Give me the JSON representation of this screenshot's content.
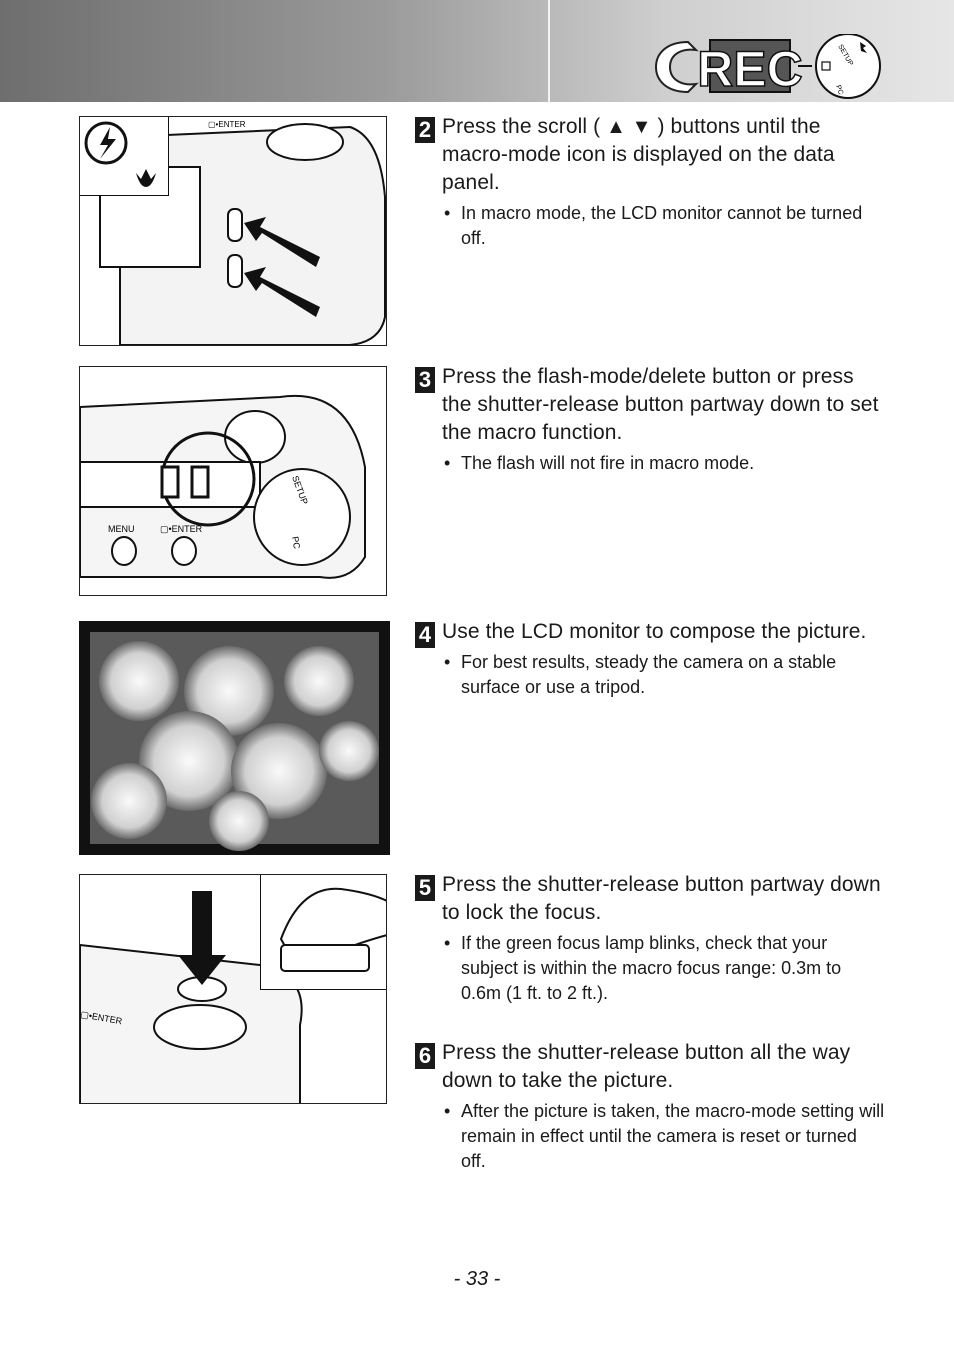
{
  "header": {
    "mode_badge": "REC",
    "dial_labels": {
      "setup": "SETUP",
      "pc": "PC"
    }
  },
  "steps": [
    {
      "number": "2",
      "title_before": "Press the scroll (",
      "title_glyphs": "▲ ▼",
      "title_after": ") buttons until the macro-mode icon is displayed on the data panel.",
      "bullets": [
        "In macro mode, the LCD monitor cannot be turned off."
      ]
    },
    {
      "number": "3",
      "title": "Press the flash-mode/delete button or press the shutter-release button partway down to set the macro function.",
      "bullets": [
        "The flash will not fire in macro mode."
      ]
    },
    {
      "number": "4",
      "title": "Use the LCD monitor to compose the picture.",
      "bullets": [
        "For best results, steady the camera on a stable surface or use a tripod."
      ]
    },
    {
      "number": "5",
      "title": "Press the shutter-release button partway down to lock the focus.",
      "bullets": [
        "If the green focus lamp blinks, check that your subject is within the macro focus range: 0.3m to 0.6m (1 ft. to 2 ft.)."
      ]
    },
    {
      "number": "6",
      "title": "Press the shutter-release button all the way down to take the picture.",
      "bullets": [
        "After the picture is taken, the macro-mode setting will remain in effect until the camera is reset or turned off."
      ]
    }
  ],
  "figure_labels": {
    "enter": "▢•ENTER",
    "menu": "MENU",
    "setup": "SETUP",
    "pc": "PC"
  },
  "page_number": "- 33 -"
}
